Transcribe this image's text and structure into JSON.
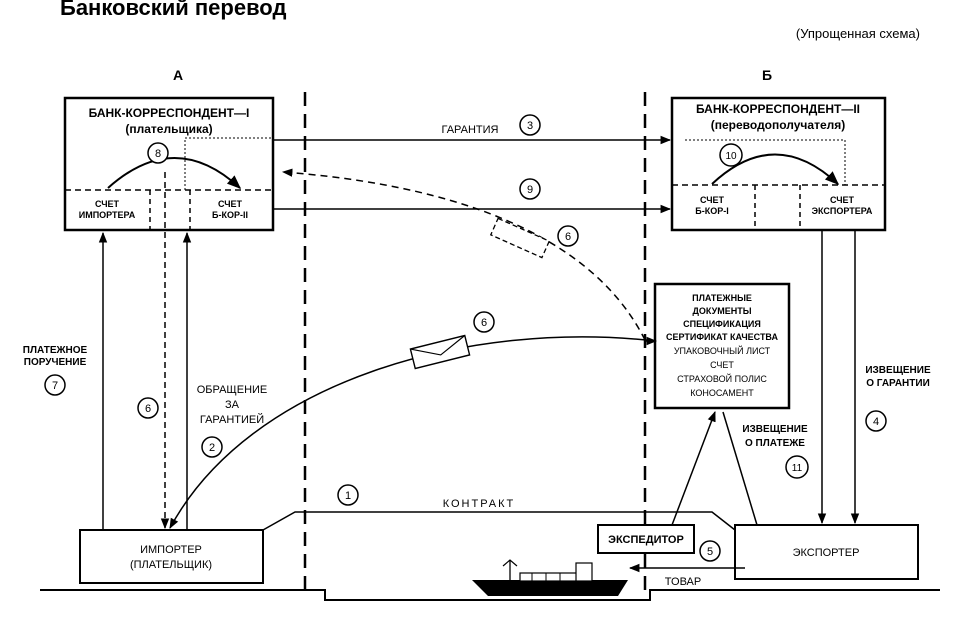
{
  "title": "Банковский перевод",
  "subtitle": "(Упрощенная схема)",
  "side_a": "А",
  "side_b": "Б",
  "bank1": {
    "title": "БАНК-КОРРЕСПОНДЕНТ—I",
    "subtitle": "(плательщика)",
    "account_left": [
      "СЧЕТ",
      "ИМПОРТЕРА"
    ],
    "account_right": [
      "СЧЕТ",
      "Б-КОР-II"
    ]
  },
  "bank2": {
    "title": "БАНК-КОРРЕСПОНДЕНТ—II",
    "subtitle": "(переводополучателя)",
    "account_left": [
      "СЧЕТ",
      "Б-КОР-I"
    ],
    "account_right": [
      "СЧЕТ",
      "ЭКСПОРТЕРА"
    ]
  },
  "documents": [
    "ПЛАТЕЖНЫЕ",
    "ДОКУМЕНТЫ",
    "СПЕЦИФИКАЦИЯ",
    "СЕРТИФИКАТ КАЧЕСТВА",
    "УПАКОВОЧНЫЙ ЛИСТ",
    "СЧЕТ",
    "СТРАХОВОЙ ПОЛИС",
    "КОНОСАМЕНТ"
  ],
  "importer": [
    "ИМПОРТЕР",
    "(ПЛАТЕЛЬЩИК)"
  ],
  "exporter": "ЭКСПОРТЕР",
  "forwarder": "ЭКСПЕДИТОР",
  "labels": {
    "guarantee": "ГАРАНТИЯ",
    "contract": "КОНТРАКТ",
    "goods": "ТОВАР",
    "payment_order": [
      "ПЛАТЕЖНОЕ",
      "ПОРУЧЕНИЕ"
    ],
    "request_guarantee": [
      "ОБРАЩЕНИЕ",
      "ЗА",
      "ГАРАНТИЕЙ"
    ],
    "notice_guarantee": [
      "ИЗВЕЩЕНИЕ",
      "О ГАРАНТИИ"
    ],
    "notice_payment": [
      "ИЗВЕЩЕНИЕ",
      "О ПЛАТЕЖЕ"
    ]
  },
  "steps": {
    "s1": "1",
    "s2": "2",
    "s3": "3",
    "s4": "4",
    "s5": "5",
    "s6a": "6",
    "s6b": "6",
    "s6c": "6",
    "s7": "7",
    "s8": "8",
    "s9": "9",
    "s10": "10",
    "s11": "11"
  }
}
